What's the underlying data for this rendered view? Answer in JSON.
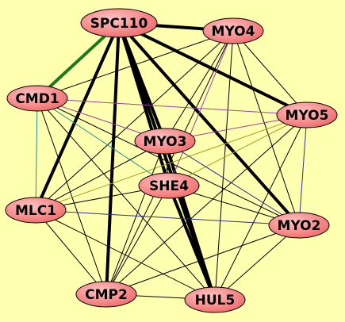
{
  "colors": {
    "background": "#ffffb0",
    "node_fill": "#f06a6a",
    "node_fill_light": "#ffc4c4",
    "node_stroke": "#000000"
  },
  "nodes": [
    {
      "id": "SPC110",
      "label": "SPC110"
    },
    {
      "id": "MYO4",
      "label": "MYO4"
    },
    {
      "id": "CMD1",
      "label": "CMD1"
    },
    {
      "id": "MYO5",
      "label": "MYO5"
    },
    {
      "id": "MYO3",
      "label": "MYO3"
    },
    {
      "id": "SHE4",
      "label": "SHE4"
    },
    {
      "id": "MLC1",
      "label": "MLC1"
    },
    {
      "id": "MYO2",
      "label": "MYO2"
    },
    {
      "id": "CMP2",
      "label": "CMP2"
    },
    {
      "id": "HUL5",
      "label": "HUL5"
    }
  ],
  "edges": [
    {
      "source": "SPC110",
      "target": "CMD1",
      "color": "#1a7a1a",
      "weight": "strong"
    },
    {
      "source": "SPC110",
      "target": "MYO4",
      "color": "#000000",
      "weight": "strong"
    },
    {
      "source": "SPC110",
      "target": "MYO5",
      "color": "#000000",
      "weight": "strong"
    },
    {
      "source": "SPC110",
      "target": "MYO3",
      "color": "#000000",
      "weight": "strong"
    },
    {
      "source": "SPC110",
      "target": "SHE4",
      "color": "#000000",
      "weight": "strong"
    },
    {
      "source": "SPC110",
      "target": "MLC1",
      "color": "#000000",
      "weight": "strong"
    },
    {
      "source": "SPC110",
      "target": "MYO2",
      "color": "#000000",
      "weight": "strong"
    },
    {
      "source": "SPC110",
      "target": "CMP2",
      "color": "#000000",
      "weight": "strong"
    },
    {
      "source": "SPC110",
      "target": "HUL5",
      "color": "#000000",
      "weight": "strong"
    },
    {
      "source": "MYO3",
      "target": "HUL5",
      "color": "#000000",
      "weight": "strong"
    },
    {
      "source": "SHE4",
      "target": "HUL5",
      "color": "#000000",
      "weight": "strong"
    },
    {
      "source": "MYO4",
      "target": "MYO3",
      "color": "#000000",
      "weight": "thin"
    },
    {
      "source": "MYO4",
      "target": "SHE4",
      "color": "#a040a0",
      "weight": "thin"
    },
    {
      "source": "MYO4",
      "target": "MLC1",
      "color": "#000000",
      "weight": "thin"
    },
    {
      "source": "MYO4",
      "target": "MYO5",
      "color": "#000000",
      "weight": "thin"
    },
    {
      "source": "MYO4",
      "target": "MYO2",
      "color": "#000000",
      "weight": "thin"
    },
    {
      "source": "MYO4",
      "target": "CMP2",
      "color": "#000000",
      "weight": "thin"
    },
    {
      "source": "MYO4",
      "target": "HUL5",
      "color": "#000000",
      "weight": "thin"
    },
    {
      "source": "MYO4",
      "target": "CMD1",
      "color": "#000000",
      "weight": "thin"
    },
    {
      "source": "CMD1",
      "target": "MYO5",
      "color": "#a040a0",
      "weight": "thin"
    },
    {
      "source": "CMD1",
      "target": "MYO3",
      "color": "#a040a0",
      "weight": "thin"
    },
    {
      "source": "CMD1",
      "target": "SHE4",
      "color": "#1f8f8f",
      "weight": "thin"
    },
    {
      "source": "CMD1",
      "target": "MLC1",
      "color": "#1f8f8f",
      "weight": "thin"
    },
    {
      "source": "CMD1",
      "target": "MYO2",
      "color": "#000000",
      "weight": "thin"
    },
    {
      "source": "CMD1",
      "target": "CMP2",
      "color": "#000000",
      "weight": "thin"
    },
    {
      "source": "CMD1",
      "target": "HUL5",
      "color": "#000000",
      "weight": "thin"
    },
    {
      "source": "MYO5",
      "target": "MYO3",
      "color": "#a040a0",
      "weight": "thin"
    },
    {
      "source": "MYO5",
      "target": "SHE4",
      "color": "#a0a020",
      "weight": "thin"
    },
    {
      "source": "MYO5",
      "target": "MLC1",
      "color": "#a0a020",
      "weight": "thin"
    },
    {
      "source": "MYO5",
      "target": "MYO2",
      "color": "#303090",
      "weight": "thin"
    },
    {
      "source": "MYO5",
      "target": "CMP2",
      "color": "#000000",
      "weight": "thin"
    },
    {
      "source": "MYO5",
      "target": "HUL5",
      "color": "#000000",
      "weight": "thin"
    },
    {
      "source": "MYO3",
      "target": "SHE4",
      "color": "#000000",
      "weight": "thin"
    },
    {
      "source": "MYO3",
      "target": "MLC1",
      "color": "#000000",
      "weight": "thin"
    },
    {
      "source": "MYO3",
      "target": "MYO2",
      "color": "#303090",
      "weight": "thin"
    },
    {
      "source": "MYO3",
      "target": "CMP2",
      "color": "#000000",
      "weight": "thin"
    },
    {
      "source": "SHE4",
      "target": "MLC1",
      "color": "#000000",
      "weight": "thin"
    },
    {
      "source": "SHE4",
      "target": "MYO2",
      "color": "#000000",
      "weight": "thin"
    },
    {
      "source": "SHE4",
      "target": "CMP2",
      "color": "#000000",
      "weight": "thin"
    },
    {
      "source": "MLC1",
      "target": "MYO2",
      "color": "#303090",
      "weight": "thin"
    },
    {
      "source": "MLC1",
      "target": "CMP2",
      "color": "#000000",
      "weight": "thin"
    },
    {
      "source": "MLC1",
      "target": "HUL5",
      "color": "#000000",
      "weight": "thin"
    },
    {
      "source": "MYO2",
      "target": "CMP2",
      "color": "#000000",
      "weight": "thin"
    },
    {
      "source": "MYO2",
      "target": "HUL5",
      "color": "#000000",
      "weight": "thin"
    },
    {
      "source": "CMP2",
      "target": "HUL5",
      "color": "#000000",
      "weight": "thin"
    }
  ]
}
